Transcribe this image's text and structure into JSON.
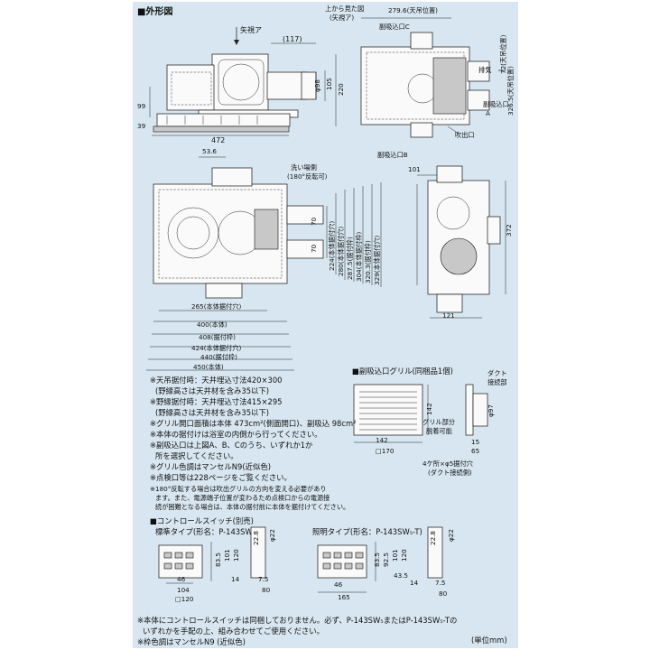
{
  "title": "■外形図",
  "unit_note": "(単位mm)",
  "top_view": {
    "arrow_label": "矢視ア",
    "dim_117": "(117)",
    "dim_phi98": "φ98",
    "dim_105": "105",
    "dim_220": "220",
    "dim_99": "99",
    "dim_39": "39",
    "dim_472": "472"
  },
  "arrow_view": {
    "title_line1": "上から見た図",
    "title_line2": "(矢視ア)",
    "dim_hanger": "279.6(天吊位置)",
    "sub_inlet_c": "副吸込口C",
    "exhaust": "排気",
    "hanger_right": "72(天吊位置)",
    "hanger_right2": "326.5(天吊位置)",
    "sub_inlet_a_1": "副吸込口",
    "sub_inlet_a_2": "A",
    "outlet": "吹出口",
    "sub_inlet_b": "副吸込口B"
  },
  "plan_view": {
    "dim_53_6": "53.6",
    "wash_side_1": "洗い場側",
    "wash_side_2": "(180°反転可)",
    "dim_70a": "70",
    "dim_70b": "70",
    "v_224": "224(本体据付穴)",
    "v_280": "280(本体据付穴)",
    "v_287_5": "287.5(据付枠)",
    "v_304": "304(本体据付枠)",
    "v_320_3": "320.3(据付枠)",
    "v_329": "329(本体据付穴)",
    "h_265": "265(本体据付穴)",
    "h_400": "400(本体)",
    "h_408": "408(据付枠)",
    "h_424": "424(本体据付穴)",
    "h_440": "440(据付枠)",
    "h_450": "450(本体)"
  },
  "side_view": {
    "dim_101": "101",
    "dim_372": "372",
    "dim_121": "121"
  },
  "notes": [
    "※天吊据付時：天井埋込寸法420×300",
    "(野縁高さは天井材を含み35以下)",
    "※野縁据付時：天井埋込寸法415×295",
    "(野縁高さは天井材を含み35以下)",
    "※グリル開口面積は本体 473cm²(側面開口)、副吸込 98cm²",
    "※本体の据付けは浴室の内側から行ってください。",
    "※副吸込口は上図A、B、Cのうち、いずれか1か",
    "所を選択してください。",
    "※グリル色調はマンセルN9(近似色)",
    "※点検口等は228ページをご覧ください。",
    "※180°反転する場合は吹出グリルの方向を変える必要があり",
    "ます。また、電源端子位置が変わるため点検口からの電源接",
    "続が困難となる場合は、本体の据付前に本体を据付けてください。"
  ],
  "grille": {
    "title": "■副吸込口グリル(同梱品1個)",
    "duct_1": "ダクト",
    "duct_2": "接続部",
    "dim_142v": "142",
    "dim_phi97": "φ97",
    "gap_1": "グリル部分",
    "gap_2": "脱着可能",
    "dim_142h": "142",
    "dim_170": "□170",
    "dim_15": "15",
    "dim_65": "65",
    "holes_1": "4ケ所×φ5据付穴",
    "holes_2": "(ダクト接続側)"
  },
  "switch": {
    "title": "■コントロールスイッチ(別売)",
    "std_title": "標準タイプ(形名：P-143SW₅)",
    "light_title": "照明タイプ(形名：P-143SW₅-T)",
    "std_dims": {
      "d835": "83.5",
      "d101": "101",
      "d120v": "120",
      "d228": "22.8",
      "dphi22": "φ22",
      "d46": "46",
      "d104": "104",
      "d120": "□120",
      "d14": "14",
      "d75": "7.5",
      "d80": "80"
    },
    "light_dims": {
      "d835": "83.5",
      "d925": "92.5",
      "d101": "101",
      "d120v": "120",
      "d228": "22.8",
      "dphi22": "φ22",
      "d435": "43.5",
      "d46": "46",
      "d165": "165",
      "d14": "14",
      "d75": "7.5",
      "d80": "80"
    }
  },
  "footer": [
    "※本体にコントロールスイッチは同梱しておりません。必ず、P-143SW₅またはP-143SW₅-Tの",
    "いずれかを手配の上、組み合わせてご使用ください。",
    "※枠色調はマンセルN9 (近似色)"
  ]
}
